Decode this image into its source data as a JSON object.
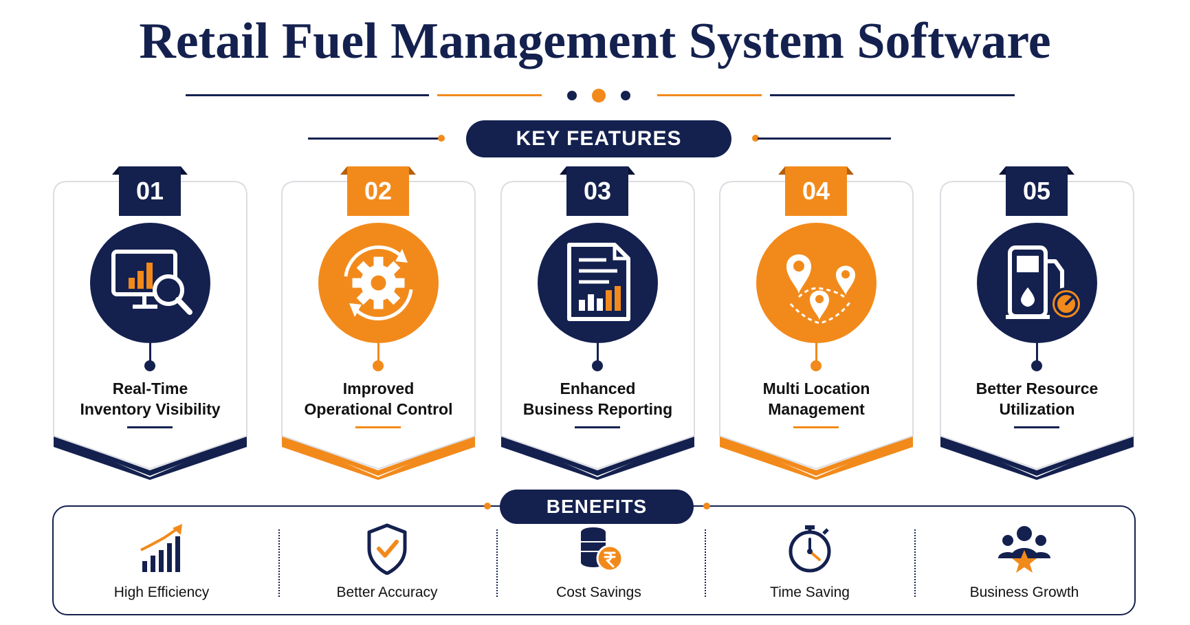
{
  "title": "Retail Fuel Management System Software",
  "features_heading": "KEY FEATURES",
  "benefits_heading": "BENEFITS",
  "colors": {
    "navy": "#14214f",
    "orange": "#f28a1b"
  },
  "features": [
    {
      "number": "01",
      "line1": "Real-Time",
      "line2": "Inventory Visibility",
      "color": "navy",
      "icon": "monitor-analytics-icon"
    },
    {
      "number": "02",
      "line1": "Improved",
      "line2": "Operational Control",
      "color": "orange",
      "icon": "gear-cycle-icon"
    },
    {
      "number": "03",
      "line1": "Enhanced",
      "line2": "Business Reporting",
      "color": "navy",
      "icon": "report-document-icon"
    },
    {
      "number": "04",
      "line1": "Multi Location",
      "line2": "Management",
      "color": "orange",
      "icon": "location-pins-icon"
    },
    {
      "number": "05",
      "line1": "Better Resource",
      "line2": "Utilization",
      "color": "navy",
      "icon": "fuel-pump-gauge-icon"
    }
  ],
  "benefits": [
    {
      "label": "High Efficiency",
      "icon": "growth-chart-icon"
    },
    {
      "label": "Better Accuracy",
      "icon": "shield-check-icon"
    },
    {
      "label": "Cost Savings",
      "icon": "coins-rupee-icon"
    },
    {
      "label": "Time Saving",
      "icon": "stopwatch-icon"
    },
    {
      "label": "Business Growth",
      "icon": "team-star-icon"
    }
  ]
}
